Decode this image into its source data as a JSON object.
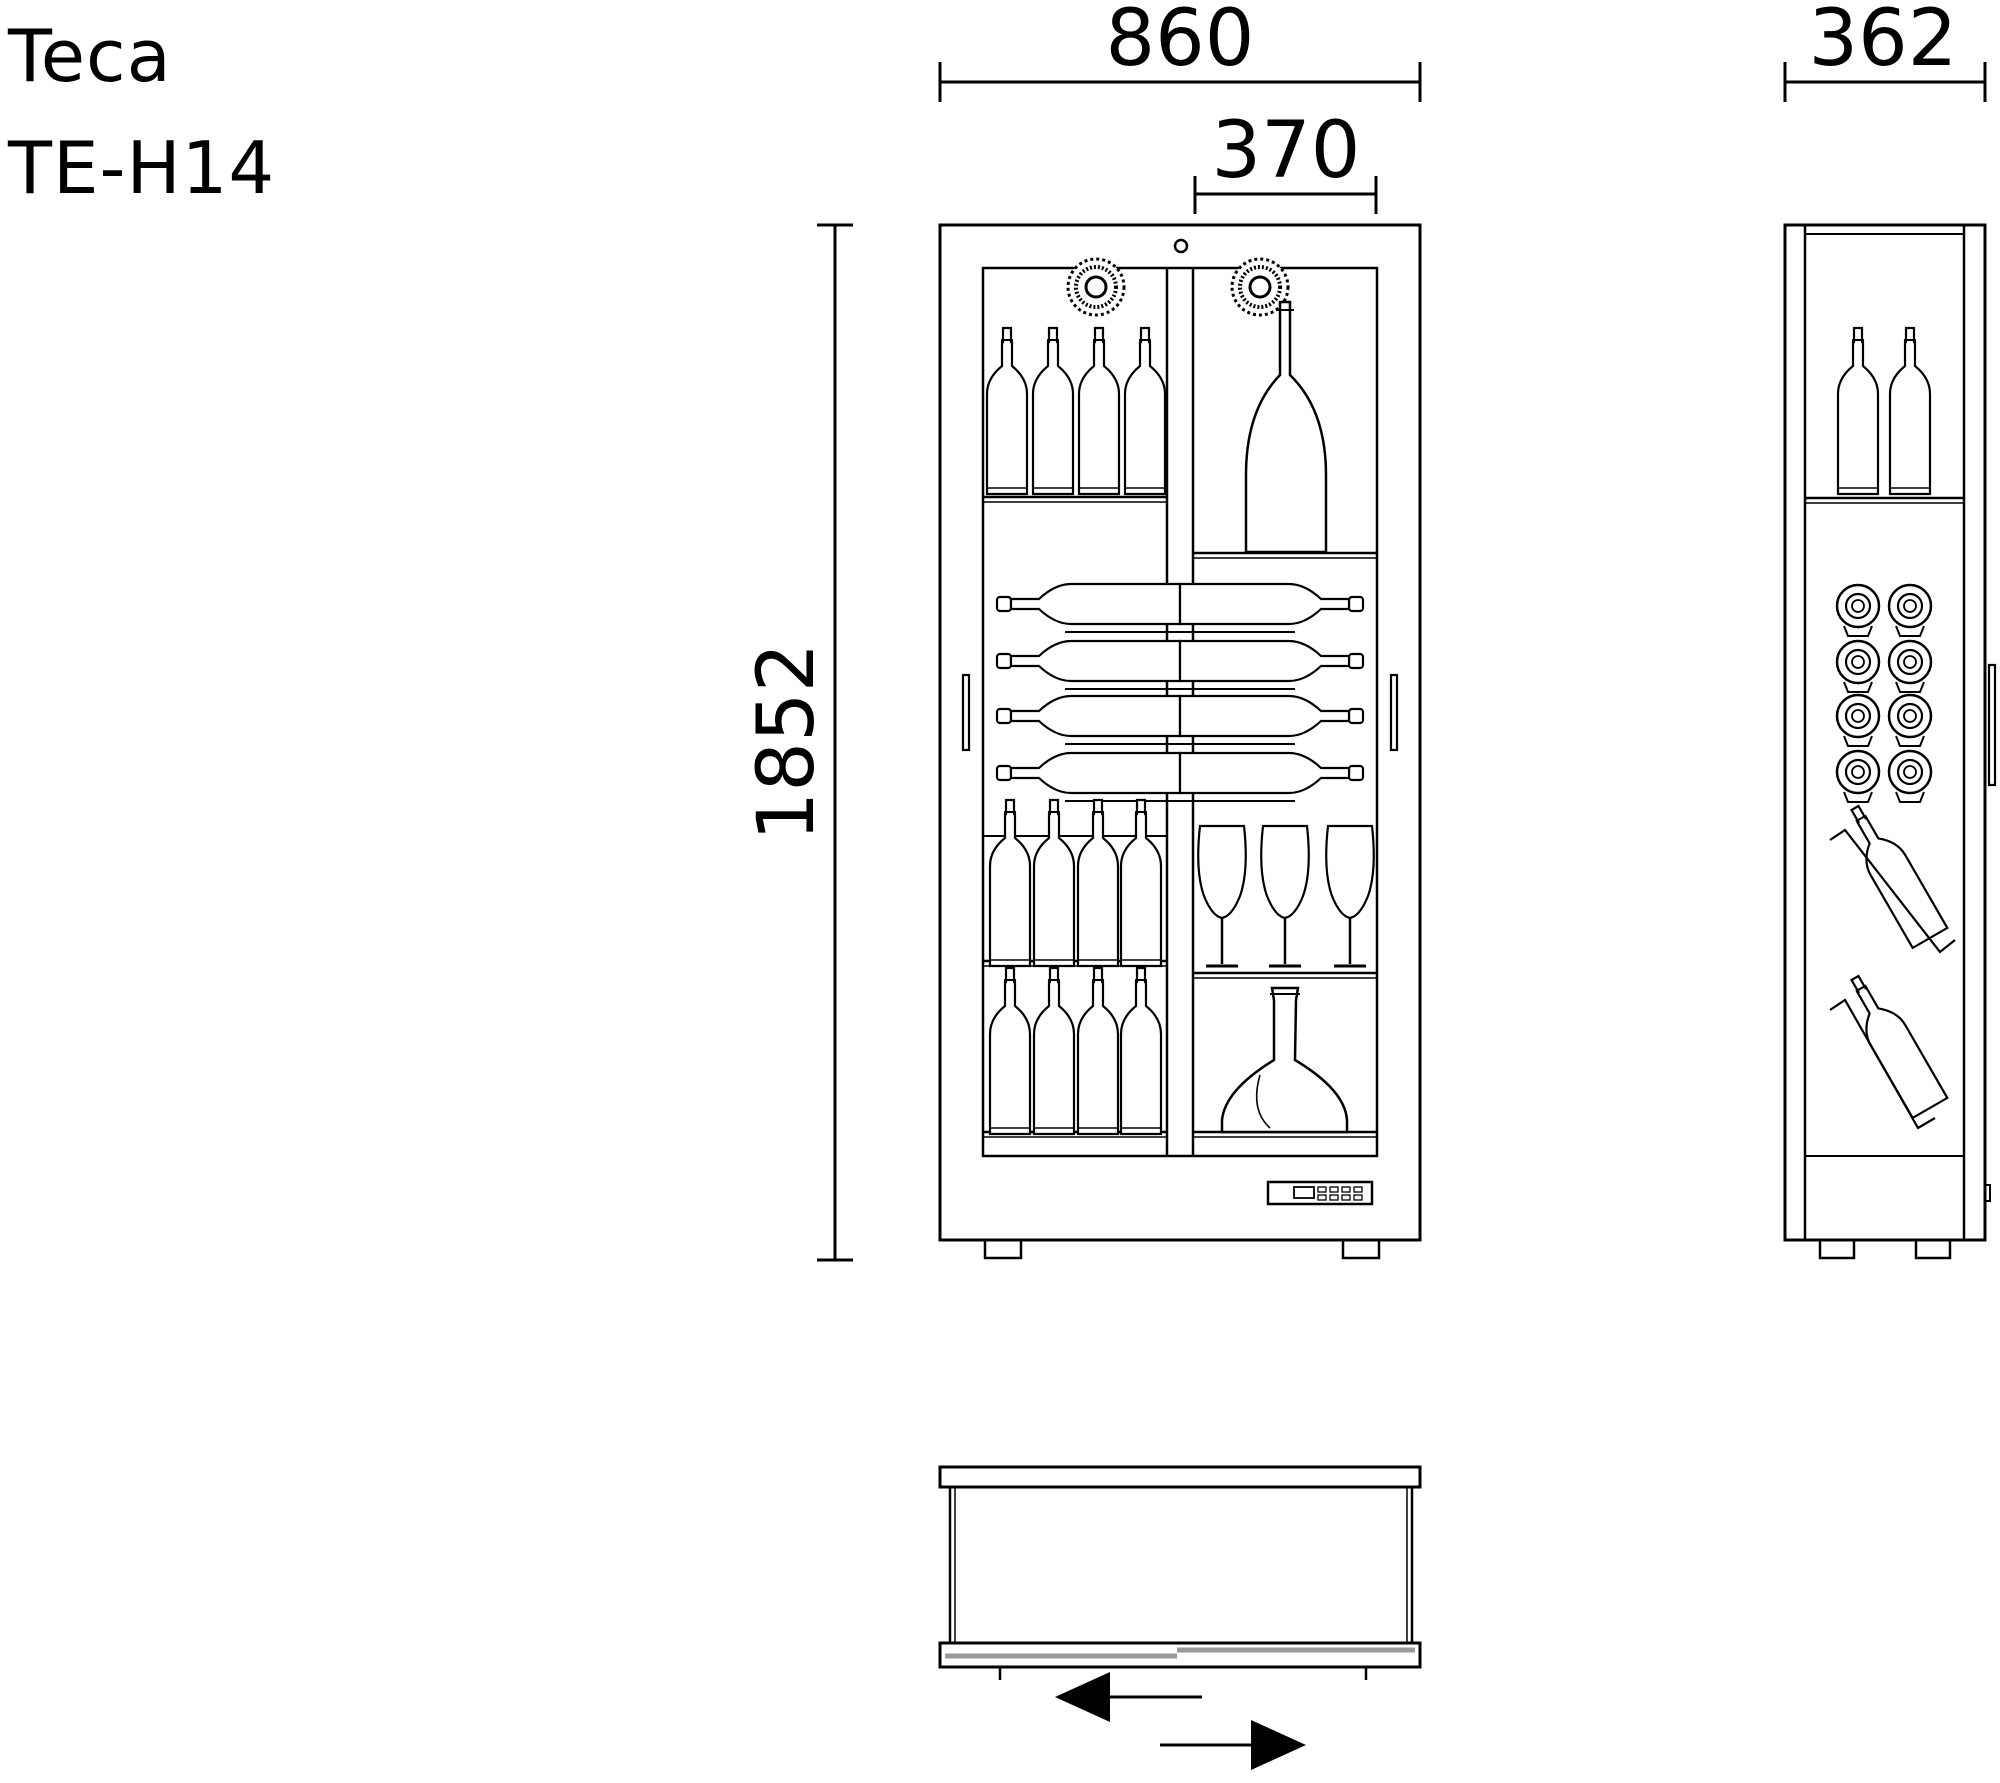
{
  "title": {
    "line1": "Teca",
    "line2": "TE-H14"
  },
  "dimensions": {
    "overall_width": "860",
    "door_width": "370",
    "depth": "362",
    "height": "1852"
  },
  "icons": {
    "slide_left": "arrow-left-icon",
    "slide_right": "arrow-right-icon"
  },
  "colors": {
    "line": "#000000",
    "background": "#ffffff",
    "door_rail": "#9a9a9a"
  }
}
